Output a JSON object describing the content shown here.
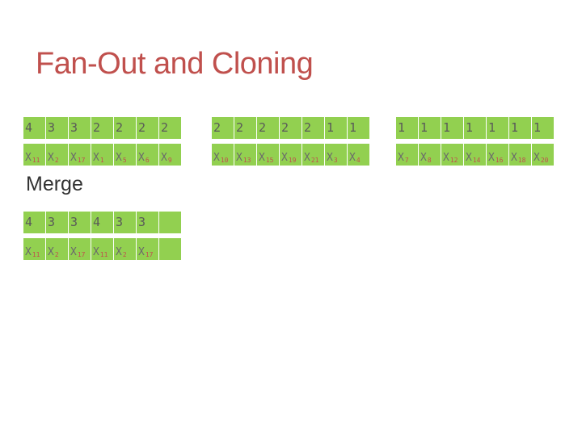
{
  "title": "Fan-Out and Cloning",
  "merge_label": "Merge",
  "top": {
    "groups": [
      {
        "counts": [
          "4",
          "3",
          "3",
          "2",
          "2",
          "2",
          "2"
        ],
        "vars": [
          "11",
          "2",
          "17",
          "1",
          "5",
          "6",
          "9"
        ]
      },
      {
        "counts": [
          "2",
          "2",
          "2",
          "2",
          "2",
          "1",
          "1"
        ],
        "vars": [
          "10",
          "13",
          "15",
          "19",
          "21",
          "3",
          "4"
        ]
      },
      {
        "counts": [
          "1",
          "1",
          "1",
          "1",
          "1",
          "1",
          "1"
        ],
        "vars": [
          "7",
          "8",
          "12",
          "14",
          "16",
          "18",
          "20"
        ]
      }
    ]
  },
  "merge": {
    "counts": [
      "4",
      "3",
      "3",
      "4",
      "3",
      "3",
      ""
    ],
    "vars": [
      "11",
      "2",
      "17",
      "11",
      "2",
      "17",
      ""
    ]
  },
  "var_prefix": "X",
  "colors": {
    "cell": "#92d050",
    "title": "#c0504d",
    "subscript": "#c0504d"
  }
}
